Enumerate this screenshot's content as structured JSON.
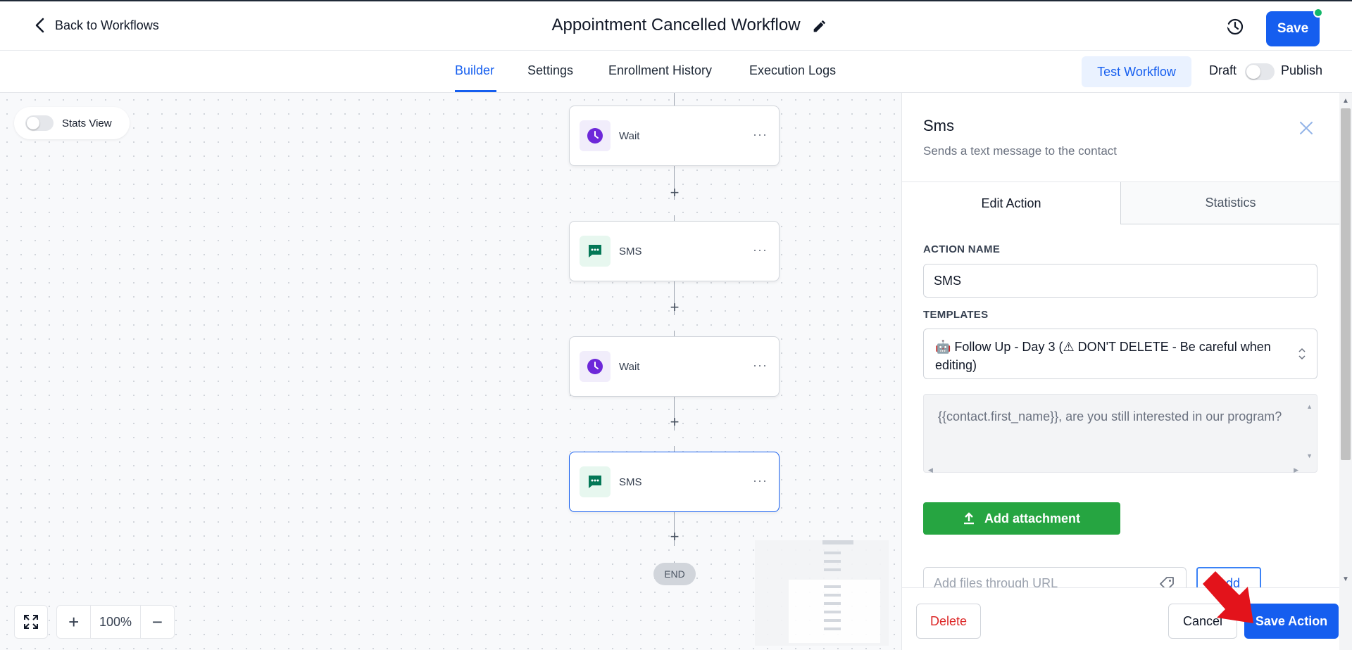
{
  "header": {
    "back_label": "Back to Workflows",
    "workflow_title": "Appointment Cancelled Workflow",
    "save_label": "Save"
  },
  "nav": {
    "tabs": [
      {
        "label": "Builder",
        "active": true
      },
      {
        "label": "Settings",
        "active": false
      },
      {
        "label": "Enrollment History",
        "active": false
      },
      {
        "label": "Execution Logs",
        "active": false
      }
    ],
    "test_workflow_label": "Test Workflow",
    "draft_label": "Draft",
    "publish_label": "Publish",
    "published": false
  },
  "canvas": {
    "stats_view_label": "Stats View",
    "stats_view_on": false,
    "nodes": [
      {
        "type": "wait",
        "label": "Wait",
        "icon": "clock-icon",
        "selected": false
      },
      {
        "type": "sms",
        "label": "SMS",
        "icon": "message-icon",
        "selected": false
      },
      {
        "type": "wait",
        "label": "Wait",
        "icon": "clock-icon",
        "selected": false
      },
      {
        "type": "sms",
        "label": "SMS",
        "icon": "message-icon",
        "selected": true
      }
    ],
    "end_label": "END",
    "zoom_level": "100%"
  },
  "panel": {
    "title": "Sms",
    "subtitle": "Sends a text message to the contact",
    "tabs": [
      "Edit Action",
      "Statistics"
    ],
    "active_tab": "Edit Action",
    "action_name_label": "ACTION NAME",
    "action_name_value": "SMS",
    "templates_label": "TEMPLATES",
    "template_value": "🤖 Follow Up - Day 3 (⚠ DON'T DELETE - Be careful when editing)",
    "message_text": "{{contact.first_name}}, are you still interested in our program?",
    "attachment_label": "Add attachment",
    "url_placeholder": "Add files through URL",
    "add_label": "Add",
    "delete_label": "Delete",
    "cancel_label": "Cancel",
    "save_action_label": "Save Action"
  },
  "colors": {
    "primary": "#155eef",
    "attach_green": "#26a541",
    "delete_red": "#dc2626",
    "status_dot": "#12b76a"
  }
}
